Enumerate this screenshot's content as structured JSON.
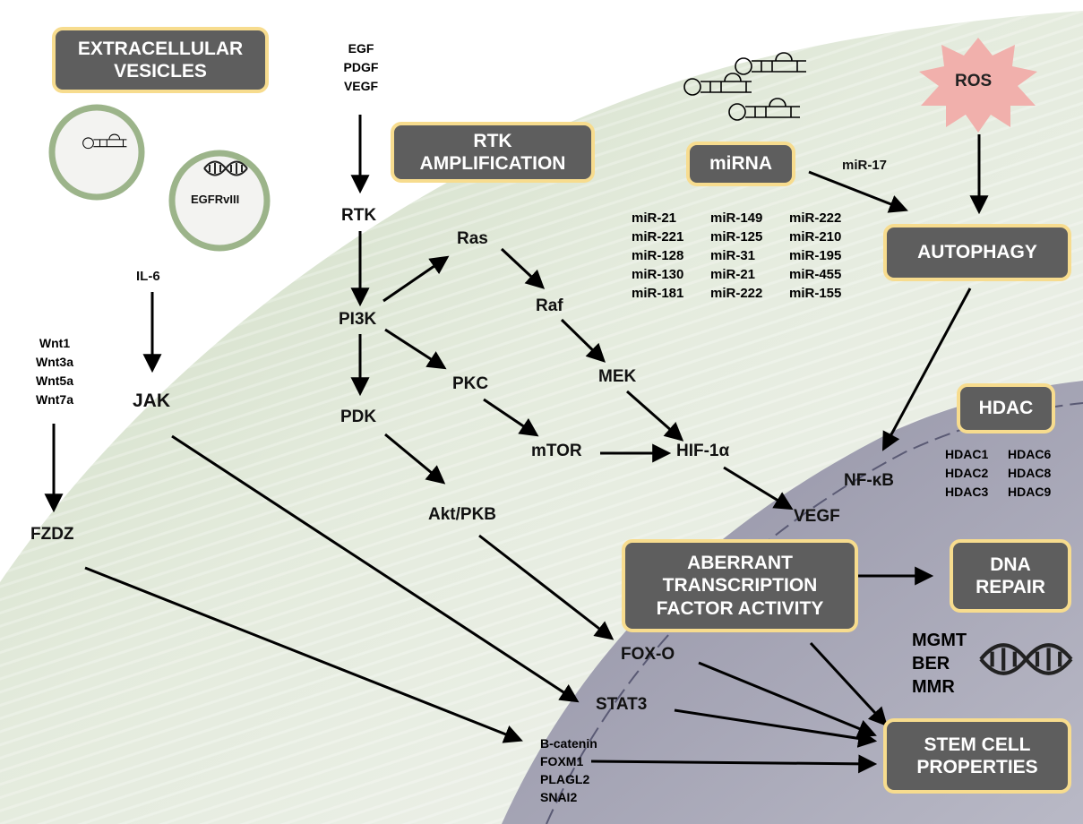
{
  "boxes": {
    "extracellular_vesicles": [
      "EXTRACELLULAR",
      "VESICLES"
    ],
    "rtk_amplification": [
      "RTK",
      "AMPLIFICATION"
    ],
    "mirna": "miRNA",
    "ros": "ROS",
    "autophagy": "AUTOPHAGY",
    "hdac": "HDAC",
    "aberrant": [
      "ABERRANT",
      "TRANSCRIPTION",
      "FACTOR ACTIVITY"
    ],
    "dna_repair": [
      "DNA",
      "REPAIR"
    ],
    "stem_cell": [
      "STEM CELL",
      "PROPERTIES"
    ]
  },
  "vesicle_label": "EGFRvIII",
  "growth_factors": [
    "EGF",
    "PDGF",
    "VEGF"
  ],
  "wnts": [
    "Wnt1",
    "Wnt3a",
    "Wnt5a",
    "Wnt7a"
  ],
  "nodes": {
    "il6": "IL-6",
    "jak": "JAK",
    "fzdz": "FZDZ",
    "rtk": "RTK",
    "pi3k": "PI3K",
    "ras": "Ras",
    "raf": "Raf",
    "mek": "MEK",
    "pkc": "PKC",
    "pdk": "PDK",
    "mtor": "mTOR",
    "hif": "HIF-1α",
    "akt": "Akt/PKB",
    "vegf": "VEGF",
    "nfkb": "NF-κB",
    "foxo": "FOX-O",
    "stat3": "STAT3",
    "mir17": "miR-17"
  },
  "mirnas": [
    "miR-21",
    "miR-149",
    "miR-222",
    "miR-221",
    "miR-125",
    "miR-210",
    "miR-128",
    "miR-31",
    "miR-195",
    "miR-130",
    "miR-21",
    "miR-455",
    "miR-181",
    "miR-222",
    "miR-155"
  ],
  "hdacs": [
    "HDAC1",
    "HDAC6",
    "HDAC2",
    "HDAC8",
    "HDAC3",
    "HDAC9"
  ],
  "repair": [
    "MGMT",
    "BER",
    "MMR"
  ],
  "targets": [
    "B-catenin",
    "FOXM1",
    "PLAGL2",
    "SNAI2"
  ],
  "colors": {
    "box_fill": "#5e5e5e",
    "box_border": "#f7dc8e",
    "cytoplasm": "#cfdcc4",
    "nucleus": "#9c9cae",
    "vesicle_border": "#9cb48a",
    "ros": "#f1b0ac"
  }
}
